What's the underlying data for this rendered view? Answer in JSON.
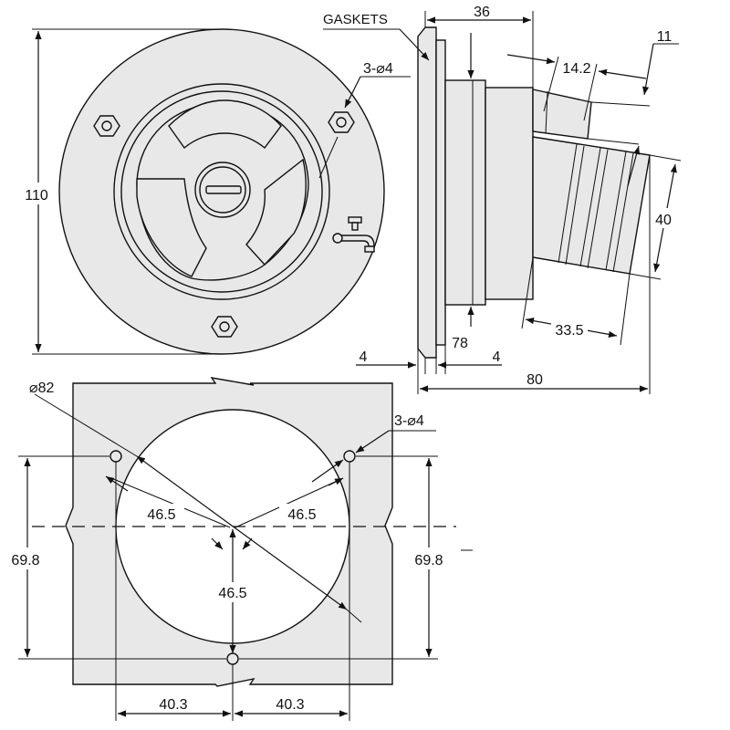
{
  "labels": {
    "gaskets": "GASKETS",
    "holes_top": "3-⌀4",
    "holes_cutout": "3-⌀4",
    "diameter": "⌀82"
  },
  "dimensions": {
    "flange_height": "110",
    "depth": "36",
    "hose_small_len": "14.2",
    "hose_small_dia": "11",
    "hose_large_dia": "40",
    "hose_large_len": "33.5",
    "gasket_left": "4",
    "gasket_right": "4",
    "flange_thk": "78",
    "overall_len": "80",
    "radius_left": "46.5",
    "radius_right": "46.5",
    "radius_bottom": "46.5",
    "height_left": "69.8",
    "height_right": "69.8",
    "half_width_left": "40.3",
    "half_width_right": "40.3"
  },
  "icons": {
    "faucet": "faucet-icon",
    "screw": "screw-head-icon"
  },
  "colors": {
    "fill": "#e8e8e8",
    "stroke": "#111111"
  }
}
